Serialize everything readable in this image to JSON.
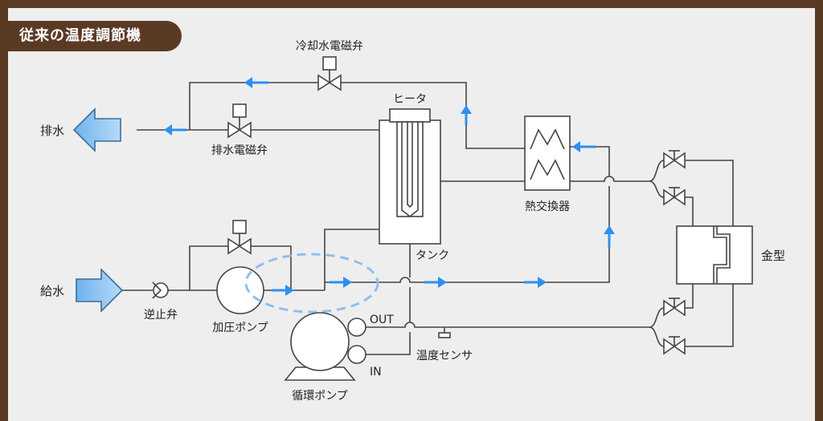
{
  "title": "従来の温度調節機",
  "labels": {
    "drain": "排水",
    "supply": "給水",
    "cooling_valve": "冷却水電磁弁",
    "drain_valve": "排水電磁弁",
    "heater": "ヒータ",
    "tank": "タンク",
    "heat_exchanger": "熱交換器",
    "mold": "金型",
    "check_valve": "逆止弁",
    "booster_pump": "加圧ポンプ",
    "circulation_pump": "循環ポンプ",
    "temp_sensor": "温度センサ",
    "out": "OUT",
    "in": "IN"
  },
  "colors": {
    "frame": "#5b3a24",
    "panel": "#eeeeee",
    "flow": "#2f8ff0",
    "big_arrow_fill": "#8fc4f2",
    "big_arrow_stroke": "#3d6d9a",
    "highlight_ellipse": "#8fbff0"
  }
}
